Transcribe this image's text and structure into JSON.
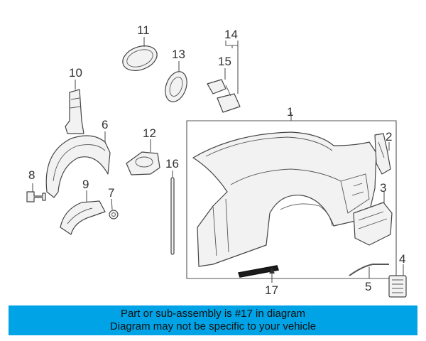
{
  "callouts": [
    "1",
    "2",
    "3",
    "4",
    "5",
    "6",
    "7",
    "8",
    "9",
    "10",
    "11",
    "12",
    "13",
    "14",
    "15",
    "16",
    "17"
  ],
  "banner": {
    "line1": "Part or sub-assembly is #17 in diagram",
    "line2": "Diagram may not be specific to your vehicle",
    "background": "#00a3e6"
  }
}
